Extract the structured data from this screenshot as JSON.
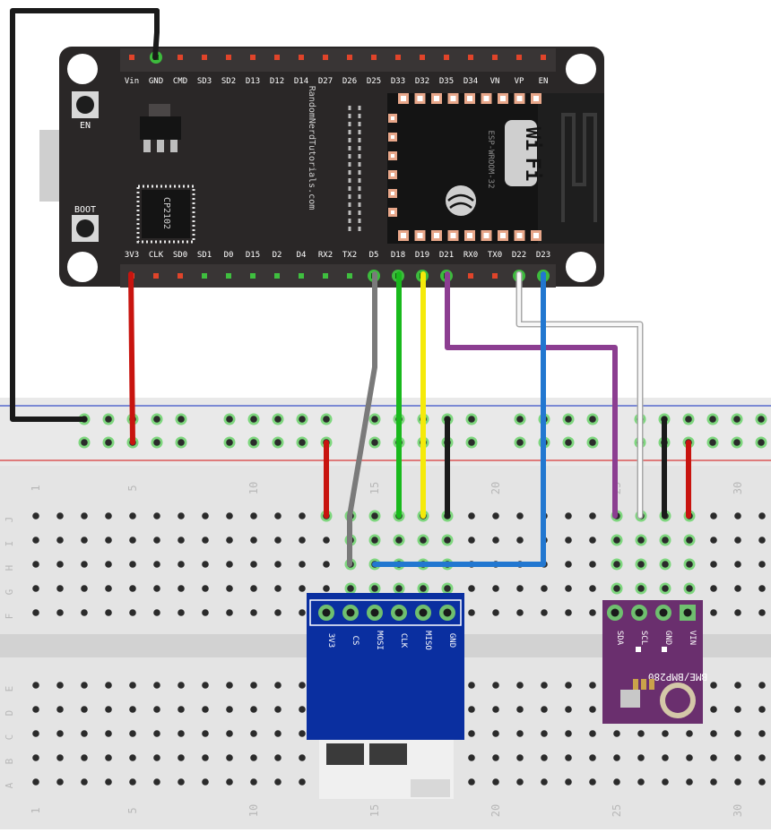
{
  "esp32": {
    "top_pin_labels": [
      "Vin",
      "GND",
      "CMD",
      "SD3",
      "SD2",
      "D13",
      "D12",
      "D14",
      "D27",
      "D26",
      "D25",
      "D33",
      "D32",
      "D35",
      "D34",
      "VN",
      "VP",
      "EN"
    ],
    "bottom_pin_labels": [
      "3V3",
      "CLK",
      "SD0",
      "SD1",
      "D0",
      "D15",
      "D2",
      "D4",
      "RX2",
      "TX2",
      "D5",
      "D18",
      "D19",
      "D21",
      "RX0",
      "TX0",
      "D22",
      "D23"
    ],
    "en_button_label": "EN",
    "boot_button_label": "BOOT",
    "chip_label": "CP2102",
    "brand_text": "RandomNerdTutorials.com",
    "module_label": "ESP-WROOM-32",
    "wifi_logo": [
      "Wi",
      "Fi"
    ]
  },
  "breadboard": {
    "column_numbers": [
      "1",
      "5",
      "10",
      "15",
      "20",
      "25",
      "30"
    ],
    "row_letters_upper": [
      "J",
      "I",
      "H",
      "G",
      "F"
    ],
    "row_letters_lower": [
      "E",
      "D",
      "C",
      "B",
      "A"
    ]
  },
  "sd_module": {
    "pin_labels": [
      "3V3",
      "CS",
      "MOSI",
      "CLK",
      "MISO",
      "GND"
    ]
  },
  "bme280": {
    "pin_labels": [
      "SDA",
      "SCL",
      "GND",
      "VIN"
    ],
    "title": "BME/BMP280"
  },
  "colors": {
    "board": "#2a2727",
    "breadboard": "#e6e6e6",
    "wire_red": "#c8140f",
    "wire_black": "#1a1a1a",
    "wire_green": "#19b91c",
    "wire_yellow": "#f5ea0a",
    "wire_purple": "#8c3e91",
    "wire_blue": "#2277d0",
    "wire_gray": "#7a7a7a",
    "wire_white": "#f4f4f4",
    "sd_board": "#0a2fa0",
    "bme_board": "#6a2f6e"
  }
}
